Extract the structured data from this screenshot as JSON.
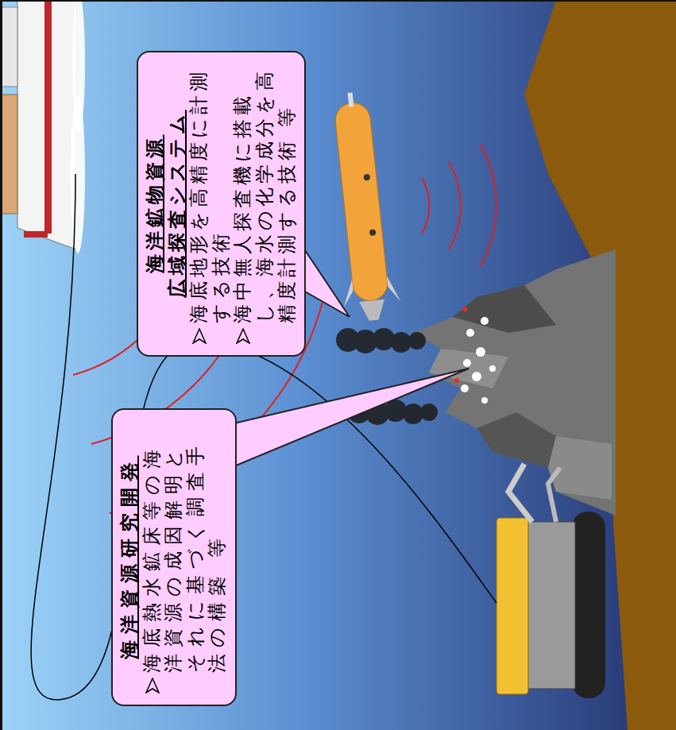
{
  "diagram": {
    "nodes": [
      {
        "text": [
          "海洋鉱物資源 広域探査システム",
          "海底地形を高精度に計測する技術",
          "海中無人探査機に搭載し、海水の化学成分を高精度計測する技術 等"
        ]
      },
      {
        "text": [
          "海洋資源研究開発",
          "海底熱水鉱床等の海洋資源の成因解明とそれに基づく調査手法の構築 等"
        ]
      }
    ]
  }
}
